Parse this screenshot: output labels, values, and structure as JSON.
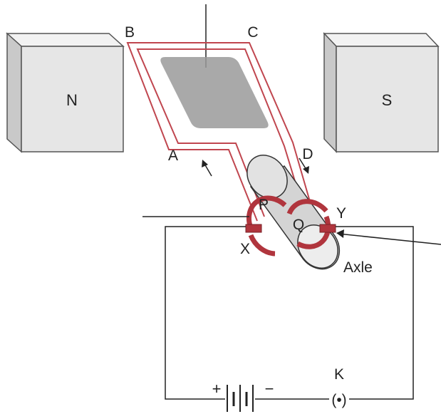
{
  "magnets": {
    "left_pole": "N",
    "right_pole": "S"
  },
  "coil_labels": {
    "A": "A",
    "B": "B",
    "C": "C",
    "D": "D"
  },
  "ring_labels": {
    "P": "P",
    "Q": "Q"
  },
  "brush_labels": {
    "X": "X",
    "Y": "Y"
  },
  "axle_label": "Axle",
  "circuit": {
    "key_label": "K",
    "key_symbol": "(•)",
    "battery_positive": "+",
    "battery_negative": "−"
  },
  "colors": {
    "coil": "#c0464f",
    "ring": "#b0353d",
    "magnet_face": "#e6e6e6",
    "magnet_side": "#c9c9c9",
    "magnet_top": "#f2f2f2",
    "axle": "#d4d4d4",
    "plate": "#9a9a9a",
    "wire": "#222222"
  }
}
